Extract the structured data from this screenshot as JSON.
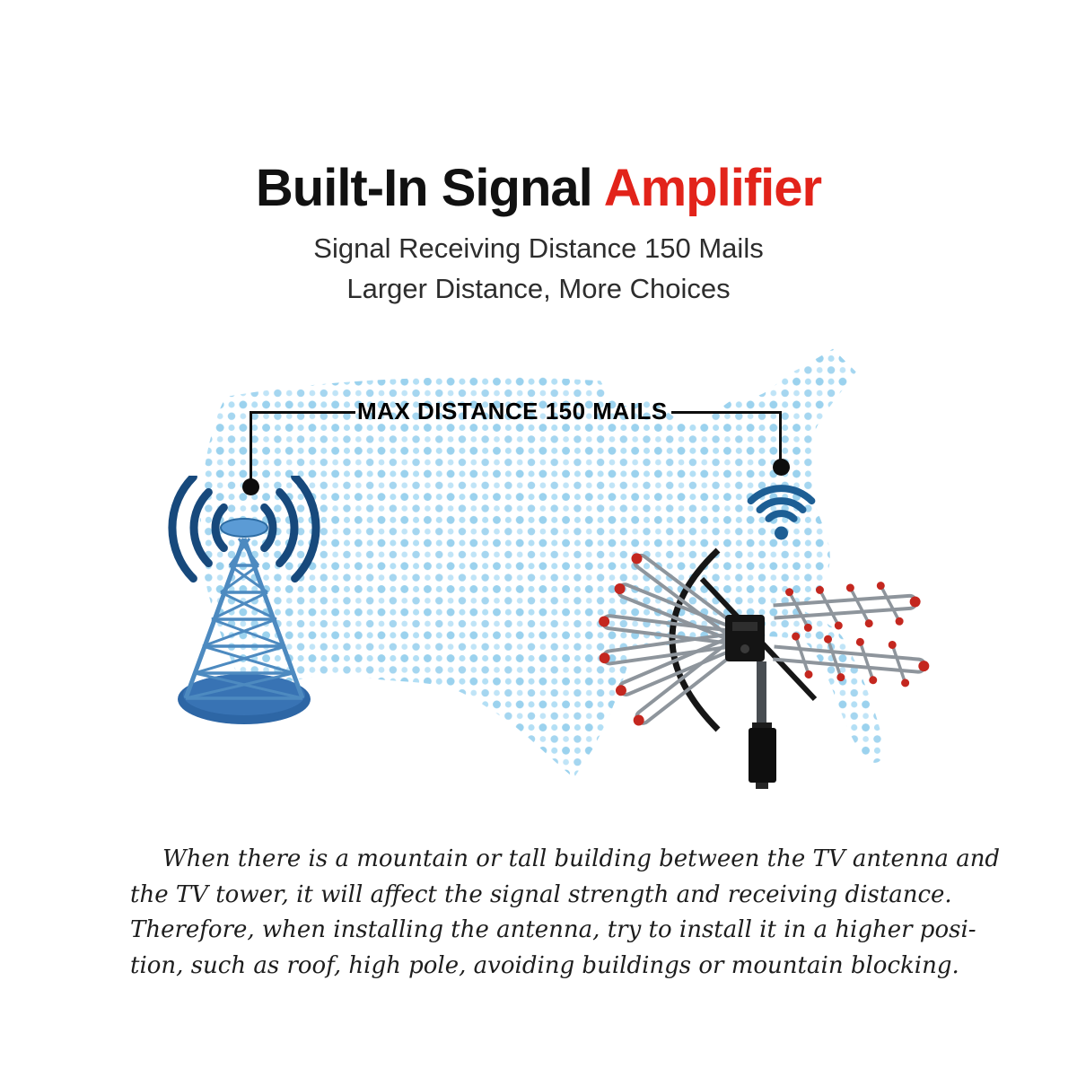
{
  "title": {
    "prefix": "Built-In Signal ",
    "highlight": "Amplifier"
  },
  "subtitle": {
    "line1": "Signal Receiving Distance 150 Mails",
    "line2": "Larger Distance, More Choices"
  },
  "map": {
    "label": "MAX DISTANCE 150 MAILS"
  },
  "description": {
    "lines": [
      "When there is a mountain or tall building between the TV antenna and",
      "the TV tower, it will affect the signal strength and receiving distance.",
      "Therefore, when installing the antenna, try to install it in a higher posi-",
      "tion, such as roof, high pole, avoiding buildings or mountain blocking."
    ]
  },
  "icons": {
    "tower": "broadcast-tower-icon",
    "wifi": "wifi-signal-icon",
    "antenna": "tv-antenna-icon",
    "map": "usa-dotted-map"
  },
  "colors": {
    "highlight_red": "#e2231a",
    "map_dot_blue": "#a9d8f0",
    "tower_blue": "#4d8ac0",
    "base_blue": "#2d66a5",
    "signal_navy": "#17497c",
    "wifi_blue": "#1d5e94",
    "antenna_tip_red": "#c4271f",
    "connector_black": "#0d0d0d"
  }
}
